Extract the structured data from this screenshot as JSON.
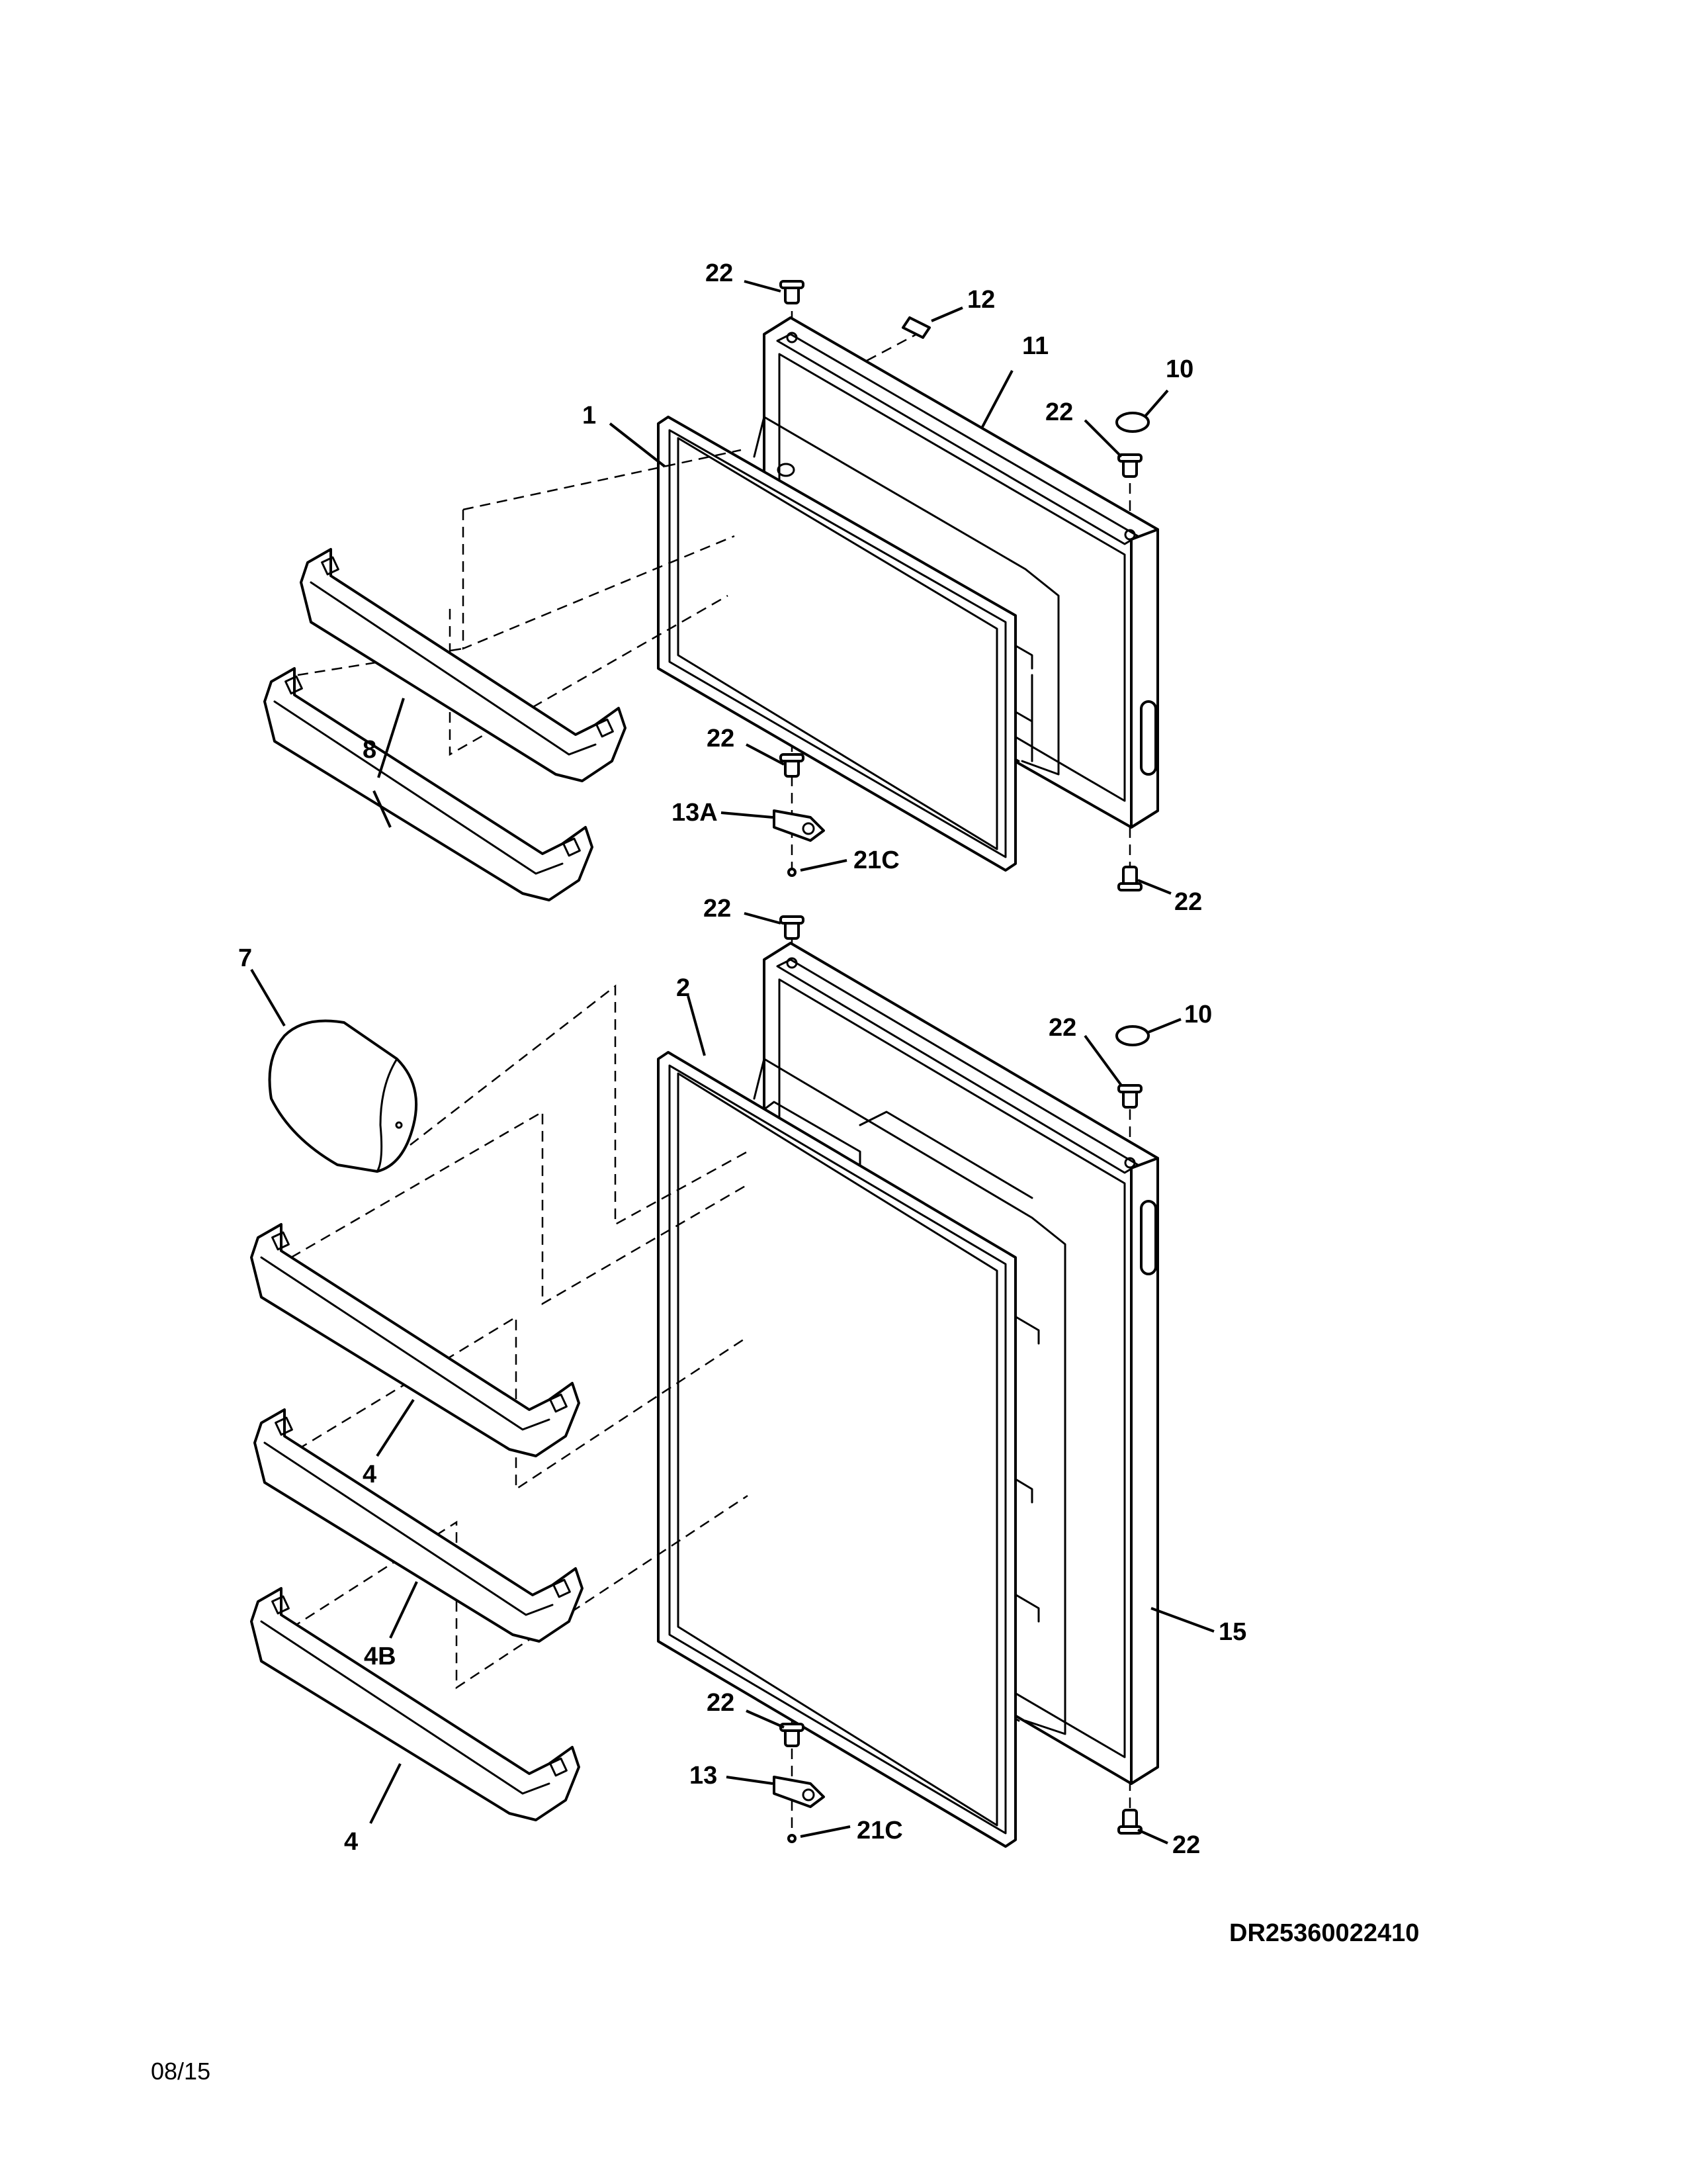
{
  "drawing_code": "DR25360022410",
  "date": "08/15",
  "callouts": {
    "c22_top": "22",
    "c12": "12",
    "c11": "11",
    "c10_top": "10",
    "c22_hinge_top_r": "22",
    "c1": "1",
    "c8": "8",
    "c22_mid_l": "22",
    "c13A": "13A",
    "c21C_top": "21C",
    "c22_mid_r": "22",
    "c22_lower_top": "22",
    "c7": "7",
    "c2": "2",
    "c10_lower": "10",
    "c22_lower_r": "22",
    "c4_upper": "4",
    "c4B": "4B",
    "c15": "15",
    "c22_bot_l": "22",
    "c13": "13",
    "c21C_bot": "21C",
    "c4_lower": "4",
    "c22_bot_r": "22"
  }
}
